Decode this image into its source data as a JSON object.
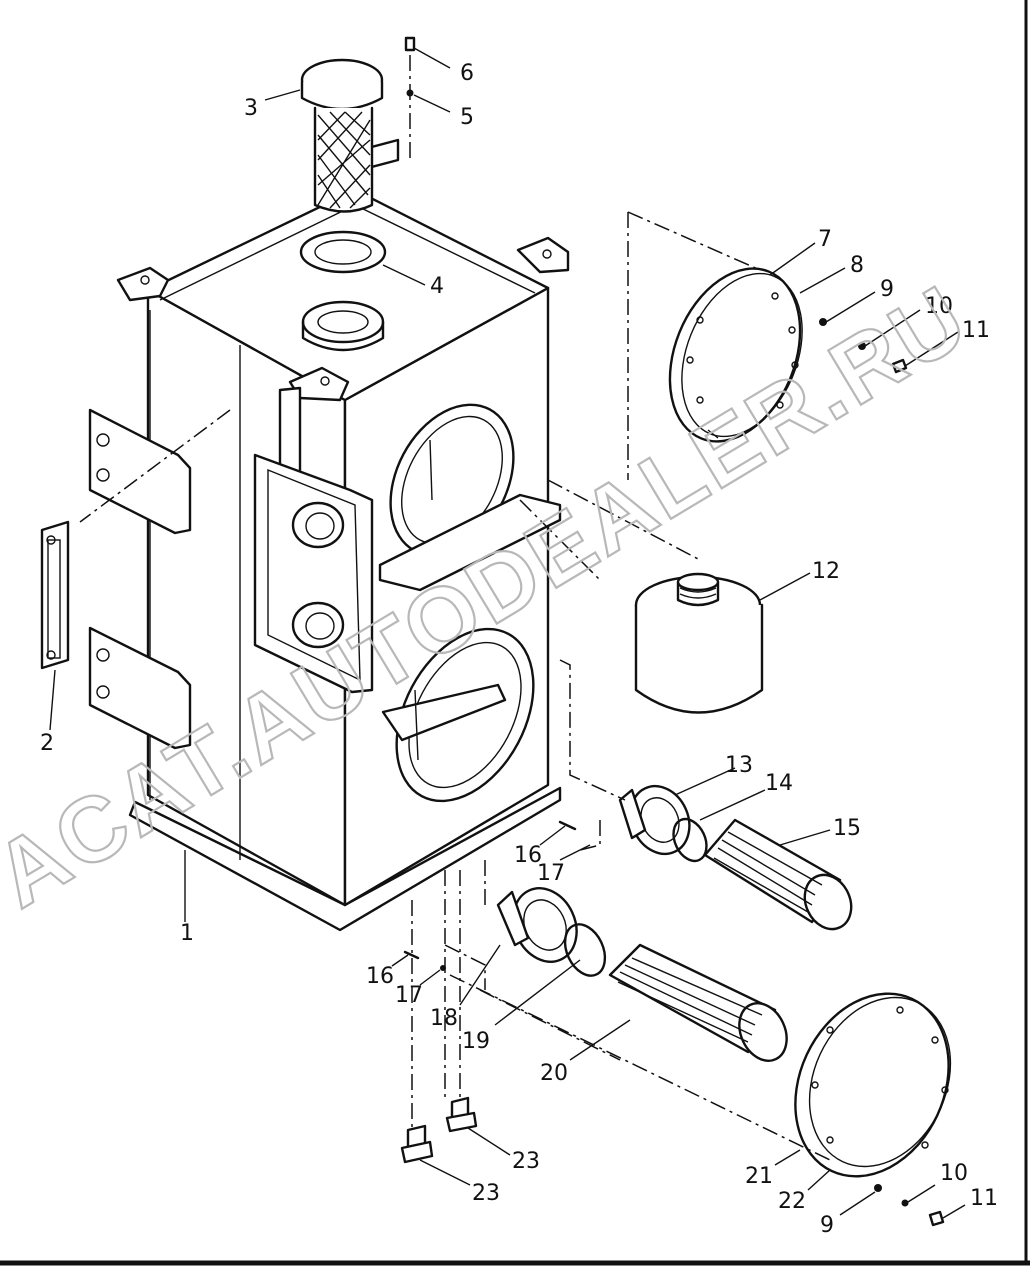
{
  "watermark": "ACAT.AUTODEALER.RU",
  "callouts": [
    "1",
    "2",
    "3",
    "4",
    "5",
    "6",
    "7",
    "8",
    "9",
    "10",
    "11",
    "12",
    "13",
    "14",
    "15",
    "16",
    "17",
    "16",
    "17",
    "18",
    "19",
    "20",
    "21",
    "22",
    "23",
    "23",
    "9",
    "10",
    "11"
  ]
}
